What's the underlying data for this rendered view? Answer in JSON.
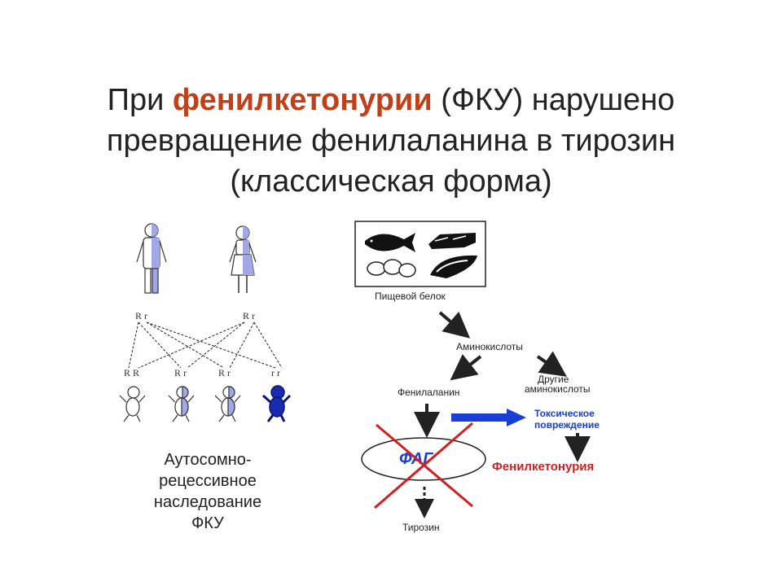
{
  "slide": {
    "title_part1": "При ",
    "title_highlight": "фенилкетонурии",
    "title_part2": " (ФКУ) нарушено",
    "title_line2": "превращение фенилаланина в тирозин",
    "title_line3": "(классическая форма)",
    "highlight_color": "#c0401a"
  },
  "inheritance": {
    "parents": [
      "R r",
      "R r"
    ],
    "children": [
      "R R",
      "R r",
      "R r",
      "r r"
    ],
    "caption_lines": [
      "Аутосомно-",
      "рецессивное",
      "наследование",
      "ФКУ"
    ],
    "affected_color": "#1a2bb0",
    "carrier_color": "#a0a8e6"
  },
  "pathway": {
    "food_label": "Пищевой белок",
    "amino_acids": "Аминокислоты",
    "phenylalanine": "Фенилаланин",
    "other_line1": "Другие",
    "other_line2": "аминокислоты",
    "enzyme": "ФАГ",
    "tyrosine": "Тирозин",
    "toxic_line1": "Токсическое",
    "toxic_line2": "повреждение",
    "disease": "Фенилкетонурия",
    "arrow_blue": "#1a3fd6",
    "cross_red": "#d02020"
  }
}
